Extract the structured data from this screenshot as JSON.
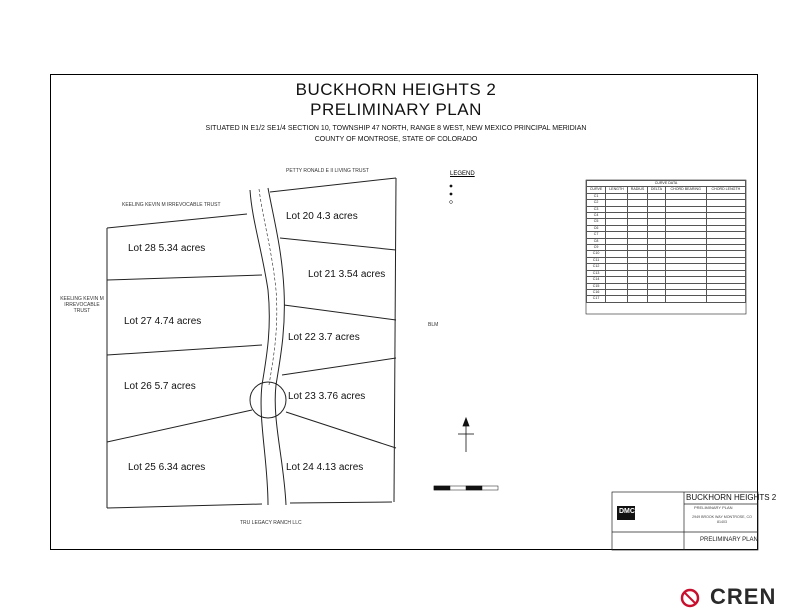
{
  "title": {
    "line1": "BUCKHORN HEIGHTS 2",
    "line2": "PRELIMINARY PLAN",
    "subtitle1": "SITUATED IN E1/2 SE1/4 SECTION 10, TOWNSHIP 47 NORTH, RANGE 8 WEST, NEW MEXICO PRINCIPAL MERIDIAN",
    "subtitle2": "COUNTY OF MONTROSE, STATE OF COLORADO"
  },
  "lots": [
    {
      "id": "lot-20",
      "label": "Lot 20 4.3 acres"
    },
    {
      "id": "lot-21",
      "label": "Lot 21 3.54 acres"
    },
    {
      "id": "lot-22",
      "label": "Lot 22 3.7 acres"
    },
    {
      "id": "lot-23",
      "label": "Lot 23 3.76 acres"
    },
    {
      "id": "lot-24",
      "label": "Lot 24 4.13 acres"
    },
    {
      "id": "lot-25",
      "label": "Lot 25 6.34 acres"
    },
    {
      "id": "lot-26",
      "label": "Lot 26 5.7 acres"
    },
    {
      "id": "lot-27",
      "label": "Lot 27 4.74 acres"
    },
    {
      "id": "lot-28",
      "label": "Lot 28 5.34 acres"
    }
  ],
  "adjoiners": {
    "north": "PETTY RONALD E II LIVING TRUST",
    "northwest": "KEELING KEVIN M IRREVOCABLE TRUST",
    "west": "KEELING KEVIN M IRREVOCABLE TRUST",
    "east": "BLM",
    "south": "TRU LEGACY RANCH LLC"
  },
  "legend": {
    "title": "LEGEND"
  },
  "curve_table": {
    "caption": "CURVE DATA",
    "headers": [
      "CURVE",
      "LENGTH",
      "RADIUS",
      "DELTA",
      "CHORD BEARING",
      "CHORD LENGTH"
    ],
    "rows": [
      "C1",
      "C2",
      "C3",
      "C4",
      "C5",
      "C6",
      "C7",
      "C8",
      "C9",
      "C10",
      "C11",
      "C12",
      "C13",
      "C14",
      "C15",
      "C16",
      "C17"
    ]
  },
  "title_block": {
    "name": "BUCKHORN HEIGHTS 2",
    "plan": "PRELIMINARY PLAN",
    "address": "2949 BROOK WAY MONTROSE, CO 81403",
    "footer": "PRELIMINARY PLAN",
    "firm_logo": "DMC"
  },
  "watermark": {
    "brand": "CREN"
  },
  "colors": {
    "line": "#222222",
    "brand_red": "#c8102e"
  }
}
